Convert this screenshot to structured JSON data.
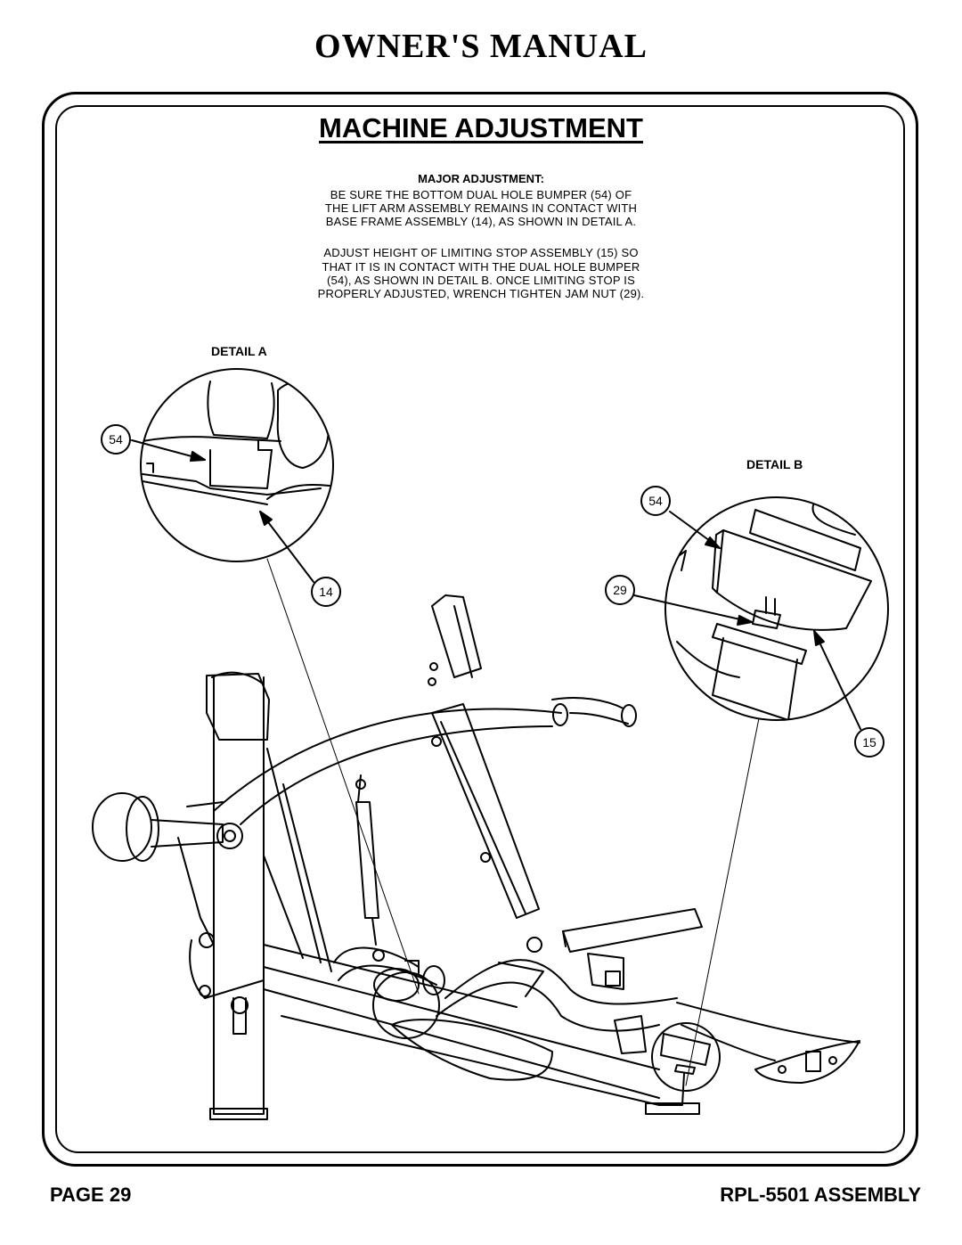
{
  "header": {
    "title": "OWNER'S MANUAL"
  },
  "section": {
    "title": "MACHINE ADJUSTMENT",
    "heading": "MAJOR ADJUSTMENT:",
    "paragraph1": [
      "BE SURE THE BOTTOM DUAL HOLE BUMPER (54) OF",
      "THE LIFT ARM ASSEMBLY REMAINS IN CONTACT WITH",
      "BASE FRAME ASSEMBLY (14), AS SHOWN IN DETAIL A."
    ],
    "paragraph2": [
      "ADJUST HEIGHT OF LIMITING STOP ASSEMBLY (15) SO",
      "THAT IT IS IN CONTACT WITH THE DUAL HOLE BUMPER",
      "(54), AS SHOWN IN DETAIL B.  ONCE LIMITING STOP IS",
      "PROPERLY ADJUSTED, WRENCH TIGHTEN JAM NUT (29)."
    ]
  },
  "details": {
    "a": {
      "label": "DETAIL A",
      "callouts": [
        "54",
        "14"
      ]
    },
    "b": {
      "label": "DETAIL B",
      "callouts": [
        "54",
        "29",
        "15"
      ]
    }
  },
  "footer": {
    "page": "PAGE 29",
    "model": "RPL-5501 ASSEMBLY"
  }
}
